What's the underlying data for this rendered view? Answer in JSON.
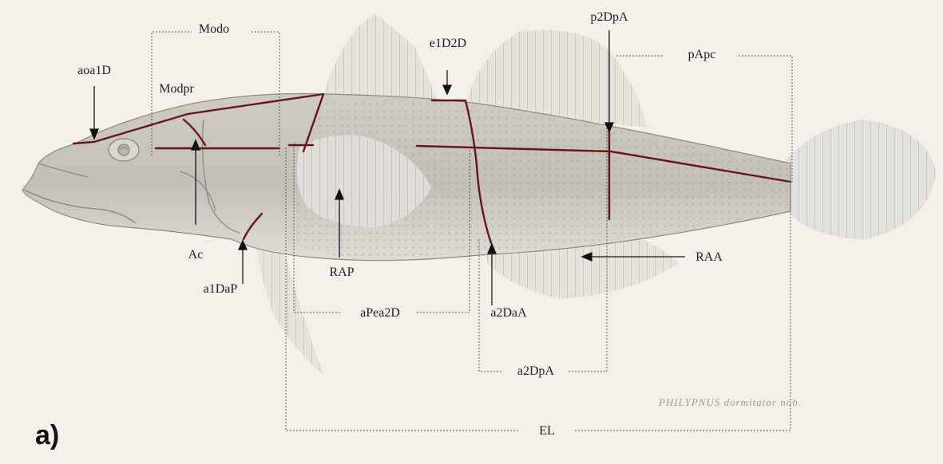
{
  "figure": {
    "panel_label": "a)",
    "plate_caption": "PHILYPNUS dormitator nob.",
    "line_color": "#6b1416",
    "arrow_color": "#111111",
    "bracket_color": "#555555"
  },
  "labels": {
    "modo": "Modo",
    "aoa1d": "aoa1D",
    "modpr": "Modpr",
    "e1d2d": "e1D2D",
    "p2dpa": "p2DpA",
    "papc": "pApc",
    "ac": "Ac",
    "a1dap": "a1DaP",
    "rap": "RAP",
    "apea2d": "aPea2D",
    "a2daa": "a2DaA",
    "raa": "RAA",
    "a2dpa": "a2DpA",
    "el": "EL"
  }
}
